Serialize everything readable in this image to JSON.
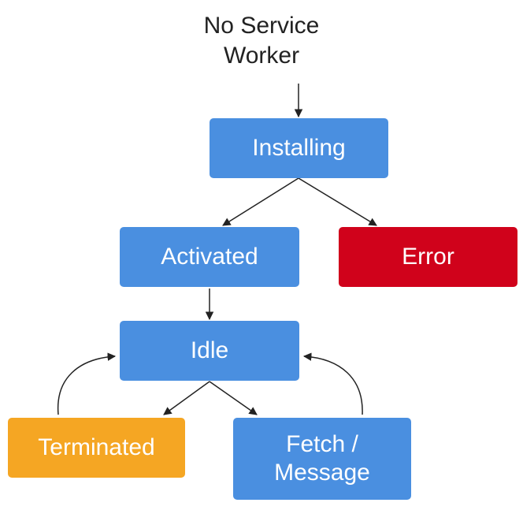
{
  "colors": {
    "state": "#4a8fe0",
    "error": "#d0021b",
    "terminated": "#f5a623",
    "text": "#ffffff",
    "arrow": "#222222"
  },
  "start_label": "No Service\nWorker",
  "nodes": {
    "installing": "Installing",
    "activated": "Activated",
    "error": "Error",
    "idle": "Idle",
    "terminated": "Terminated",
    "fetch_message": "Fetch /\nMessage"
  },
  "edges": [
    [
      "start",
      "installing"
    ],
    [
      "installing",
      "activated"
    ],
    [
      "installing",
      "error"
    ],
    [
      "activated",
      "idle"
    ],
    [
      "idle",
      "terminated"
    ],
    [
      "idle",
      "fetch_message"
    ],
    [
      "terminated",
      "idle"
    ],
    [
      "fetch_message",
      "idle"
    ]
  ]
}
